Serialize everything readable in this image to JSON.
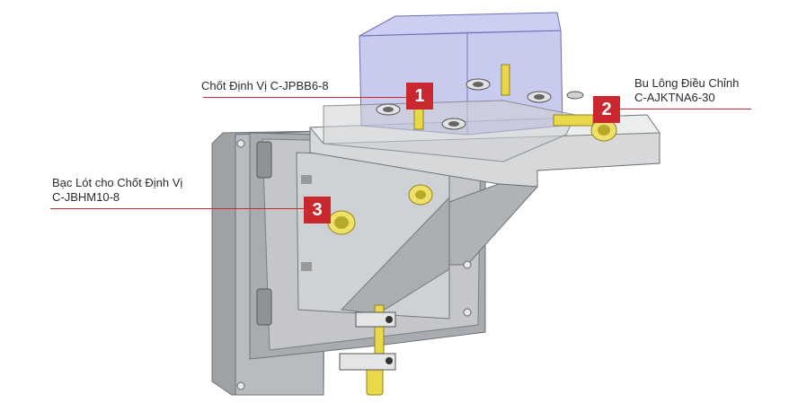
{
  "callouts": [
    {
      "number": "1",
      "lines": [
        "Chốt Định Vị C-JPBB6-8"
      ]
    },
    {
      "number": "2",
      "lines": [
        "Bu Lông Điều Chỉnh",
        "C-AJKTNA6-30"
      ]
    },
    {
      "number": "3",
      "lines": [
        "Bạc Lót cho Chốt Định Vị",
        "C-JBHM10-8"
      ]
    }
  ],
  "colors": {
    "accent": "#c8282e",
    "yellow_parts": "#e8d84a",
    "steel_gray": "#b9bcbf",
    "transparent_block": "#9a9ee0"
  }
}
